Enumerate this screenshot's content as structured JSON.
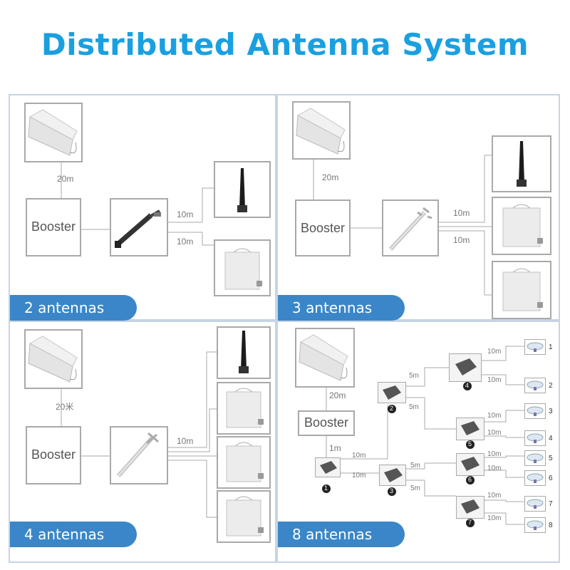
{
  "title": "Distributed Antenna System",
  "panels": {
    "p2": {
      "tag": "2 antennas",
      "booster": "Booster",
      "cable_main": "20m",
      "cable_a": "10m",
      "cable_b": "10m"
    },
    "p3": {
      "tag": "3 antennas",
      "booster": "Booster",
      "cable_main": "20m",
      "cable_a": "10m",
      "cable_b": "10m"
    },
    "p4": {
      "tag": "4 antennas",
      "booster": "Booster",
      "cable_main": "20米",
      "cable_a": "10m"
    },
    "p8": {
      "tag": "8 antennas",
      "booster": "Booster",
      "cable_main": "20m",
      "cable_1m": "1m",
      "c10a": "10m",
      "c10b": "10m",
      "c5a": "5m",
      "c5b": "5m",
      "c5c": "5m",
      "c5d": "5m",
      "c10_1": "10m",
      "c10_2": "10m",
      "c10_3": "10m",
      "c10_4": "10m",
      "c10_5": "10m",
      "c10_6": "10m",
      "c10_7": "10m",
      "c10_8": "10m",
      "ant_nums": [
        "1",
        "2",
        "3",
        "4",
        "5",
        "6",
        "7",
        "8"
      ],
      "splitter_nums": [
        "1",
        "2",
        "3",
        "4",
        "5",
        "6",
        "7"
      ]
    }
  },
  "icons": [
    "donor-antenna-icon",
    "whip-antenna-icon",
    "panel-antenna-icon",
    "splitter-icon",
    "ceiling-antenna-icon"
  ],
  "colors": {
    "title": "#1aa0e0",
    "tag": "#3a86c8",
    "border": "#c6d4e4"
  }
}
